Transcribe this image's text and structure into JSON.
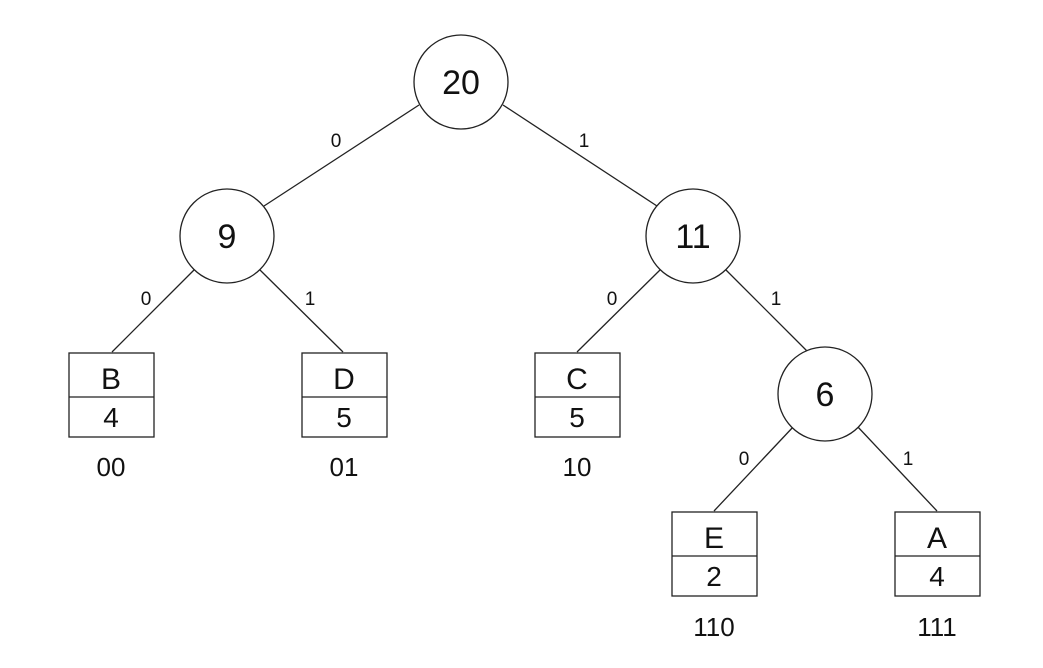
{
  "tree": {
    "nodes": [
      {
        "id": "n20",
        "value": "20"
      },
      {
        "id": "n9",
        "value": "9"
      },
      {
        "id": "n11",
        "value": "11"
      },
      {
        "id": "n6",
        "value": "6"
      }
    ],
    "leaves": [
      {
        "id": "leafB",
        "symbol": "B",
        "weight": "4",
        "code": "00"
      },
      {
        "id": "leafD",
        "symbol": "D",
        "weight": "5",
        "code": "01"
      },
      {
        "id": "leafC",
        "symbol": "C",
        "weight": "5",
        "code": "10"
      },
      {
        "id": "leafE",
        "symbol": "E",
        "weight": "2",
        "code": "110"
      },
      {
        "id": "leafA",
        "symbol": "A",
        "weight": "4",
        "code": "111"
      }
    ],
    "edges": [
      {
        "from": "n20",
        "to": "n9",
        "bit": "0"
      },
      {
        "from": "n20",
        "to": "n11",
        "bit": "1"
      },
      {
        "from": "n9",
        "to": "leafB",
        "bit": "0"
      },
      {
        "from": "n9",
        "to": "leafD",
        "bit": "1"
      },
      {
        "from": "n11",
        "to": "leafC",
        "bit": "0"
      },
      {
        "from": "n11",
        "to": "n6",
        "bit": "1"
      },
      {
        "from": "n6",
        "to": "leafE",
        "bit": "0"
      },
      {
        "from": "n6",
        "to": "leafA",
        "bit": "1"
      }
    ]
  }
}
